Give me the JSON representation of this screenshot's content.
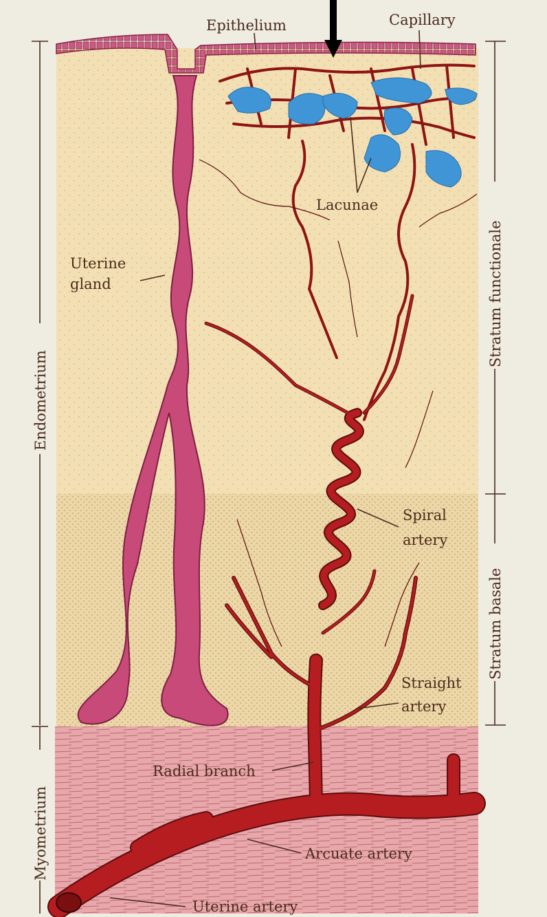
{
  "labels": {
    "epithelium": "Epithelium",
    "capillary": "Capillary",
    "lacunae": "Lacunae",
    "uterine_gland_line1": "Uterine",
    "uterine_gland_line2": "gland",
    "spiral_artery_line1": "Spiral",
    "spiral_artery_line2": "artery",
    "straight_artery_line1": "Straight",
    "straight_artery_line2": "artery",
    "radial_branch": "Radial branch",
    "arcuate_artery": "Arcuate artery",
    "uterine_artery": "Uterine artery"
  },
  "side_labels": {
    "endometrium": "Endometrium",
    "myometrium": "Myometrium",
    "stratum_functionale": "Stratum functionale",
    "stratum_basale": "Stratum basale"
  },
  "colors": {
    "background": "#efece2",
    "functional_layer": "#f2e0b4",
    "basal_layer": "#ecd7a8",
    "myometrium": "#e8a7ab",
    "gland": "#c84a78",
    "artery": "#b51d20",
    "artery_outline": "#5c0d0d",
    "lacunae": "#3f95d6",
    "text": "#4a2a1c"
  },
  "pointer": "black-arrow-icon"
}
